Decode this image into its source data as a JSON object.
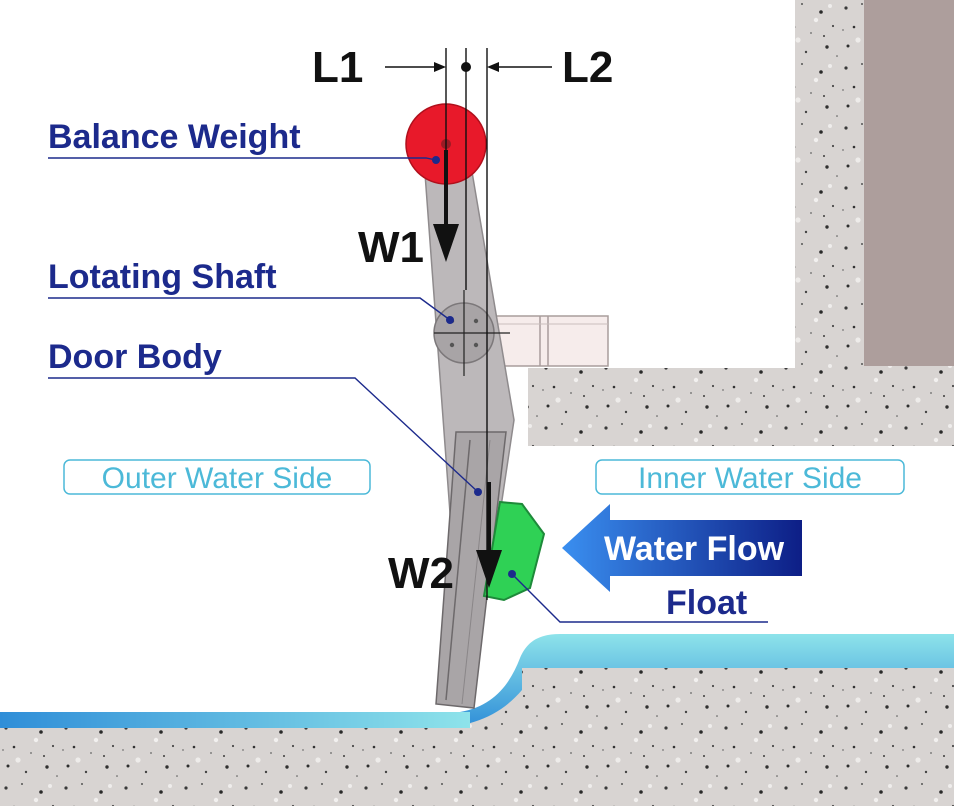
{
  "labels": {
    "balance_weight": "Balance Weight",
    "rotating_shaft": "Lotating Shaft",
    "door_body": "Door Body",
    "float": "Float",
    "outer_water_side": "Outer Water Side",
    "inner_water_side": "Inner Water Side",
    "water_flow": "Water Flow",
    "w1": "W1",
    "w2": "W2",
    "l1": "L1",
    "l2": "L2"
  },
  "colors": {
    "concrete": "#d8d4d2",
    "wall_dark": "#ad9e9c",
    "door": "#bcb8ba",
    "balance_weight": "#e8192a",
    "float": "#2fd155",
    "water_light": "#8ee3ea",
    "water_deep": "#2f8ed8",
    "label_blue": "#1c2a8c",
    "side_label": "#4cb9d8",
    "arrow_flow_start": "#3a8ff0",
    "arrow_flow_end": "#0d1e86"
  }
}
